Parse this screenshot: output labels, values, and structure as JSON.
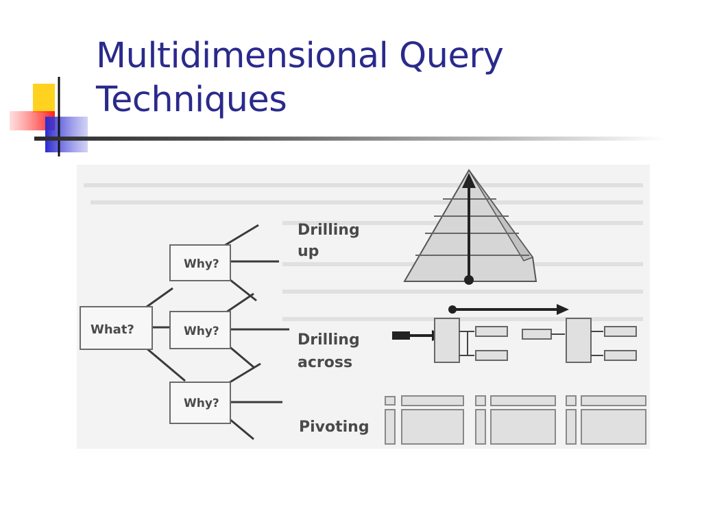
{
  "slide": {
    "title_line1": "Multidimensional Query",
    "title_line2": "Techniques",
    "title_color": "#2a2a8c"
  },
  "figure": {
    "what_box": "What?",
    "why_boxes": [
      "Why?",
      "Why?",
      "Why?"
    ],
    "labels": {
      "drilling_up_1": "Drilling",
      "drilling_up_2": "up",
      "drilling_across_1": "Drilling",
      "drilling_across_2": "across",
      "pivoting": "Pivoting"
    }
  }
}
